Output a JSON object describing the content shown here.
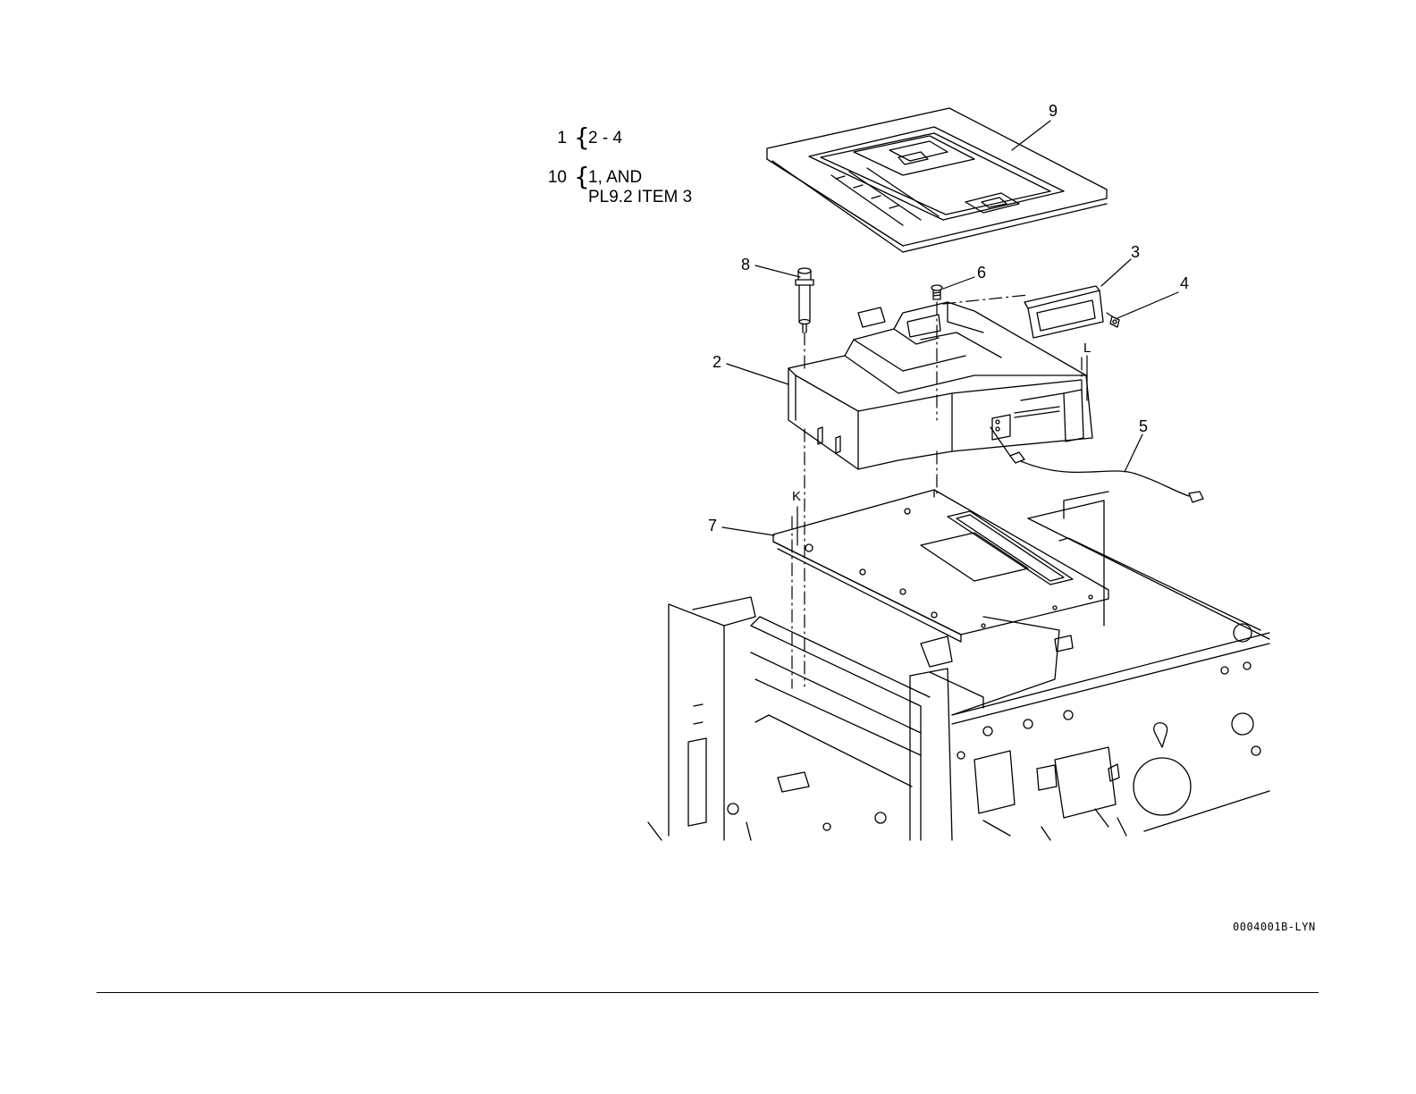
{
  "legend": [
    {
      "number": "1",
      "text_line1": "2 - 4",
      "text_line2": ""
    },
    {
      "number": "10",
      "text_line1": "1, AND",
      "text_line2": "PL9.2 ITEM 3"
    }
  ],
  "callouts": {
    "c1": "9",
    "c2": "3",
    "c3": "4",
    "c4": "8",
    "c5": "6",
    "c6": "2",
    "c7": "5",
    "c8": "7",
    "c9": "L",
    "c10": "K"
  },
  "figure_id": "0004001B-LYN"
}
